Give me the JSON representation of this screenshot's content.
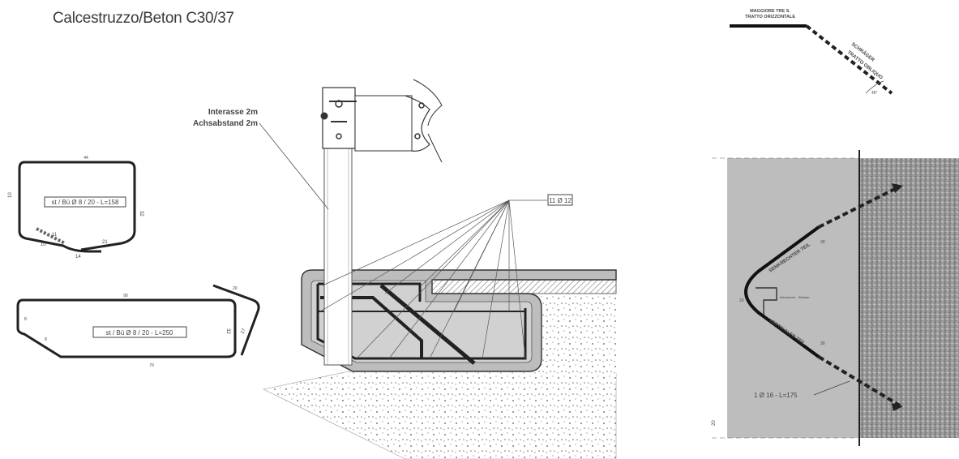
{
  "title": "Calcestruzzo/Beton C30/37",
  "stirrup1": {
    "code": "st / Bü Ø 8 / 20 - L=158",
    "dim_top": "44",
    "dim_left": "10",
    "dim_right": "32",
    "dim_bottom_a": "11",
    "dim_bottom_b": "21",
    "dim_bottom_c": "10",
    "dim_bottom_d": "14"
  },
  "stirrup2": {
    "code": "st / Bü Ø 8 / 20 - L=250",
    "dim_top": "90",
    "dim_left": "8",
    "dim_bottom": "79",
    "dim_right": "32",
    "dim_diag": "27",
    "dim_tail": "20"
  },
  "post_label": {
    "line1": "Interasse 2m",
    "line2": "Achsabstand 2m"
  },
  "bars_label": "11 Ø 12",
  "detail_top": {
    "line1": "MAGGIORE TRE S.",
    "line2": "TRATTO ORIZZONTALE",
    "diag1": "SCHRÄGER",
    "diag2": "TRATTO OBLIQUO",
    "angle": "45°"
  },
  "detail_right": {
    "bar_label": "1 Ø 16 - L=175",
    "dim_left": "20",
    "dim_bottom": "20",
    "inner_note": "Klemmerei - Ständer",
    "text_upper": "SENKRECHTER TEIL",
    "text_lower": "VERTIKALER TEIL",
    "seg_a": "30",
    "seg_b": "30"
  }
}
